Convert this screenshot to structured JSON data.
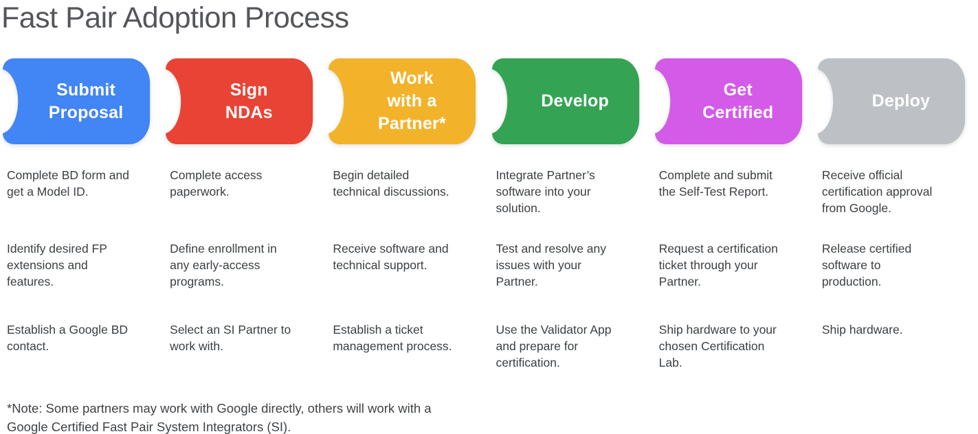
{
  "title": "Fast Pair Adoption Process",
  "footnote": "*Note: Some partners may work with Google directly, others will work with a\nGoogle Certified Fast Pair System Integrators (SI).",
  "stages": [
    {
      "label": "Submit\nProposal",
      "color": "#4285F4",
      "steps": [
        "Complete BD form and\nget a Model ID.",
        "Identify desired FP\nextensions and\nfeatures.",
        "Establish a Google BD\ncontact."
      ]
    },
    {
      "label": "Sign\nNDAs",
      "color": "#E94335",
      "steps": [
        "Complete access\npaperwork.",
        "Define enrollment in\nany early-access\nprograms.",
        "Select an SI Partner to\nwork with."
      ]
    },
    {
      "label": "Work\nwith a\nPartner*",
      "color": "#F2B32B",
      "steps": [
        "Begin detailed\ntechnical discussions.",
        "Receive software and\ntechnical support.",
        "Establish a ticket\nmanagement process."
      ]
    },
    {
      "label": "Develop",
      "color": "#34A353",
      "steps": [
        "Integrate Partner’s\nsoftware into your\nsolution.",
        "Test and resolve any\nissues with your\nPartner.",
        "Use the Validator App\nand prepare for\ncertification."
      ]
    },
    {
      "label": "Get\nCertified",
      "color": "#D45AE8",
      "steps": [
        "Complete and submit\nthe Self-Test Report.",
        "Request a certification\nticket through your\nPartner.",
        "Ship hardware to your\nchosen Certification\nLab."
      ]
    },
    {
      "label": "Deploy",
      "color": "#BDC1C6",
      "steps": [
        "Receive official\ncertification approval\nfrom Google.",
        "Release certified\nsoftware to\nproduction.",
        "Ship hardware."
      ]
    }
  ]
}
